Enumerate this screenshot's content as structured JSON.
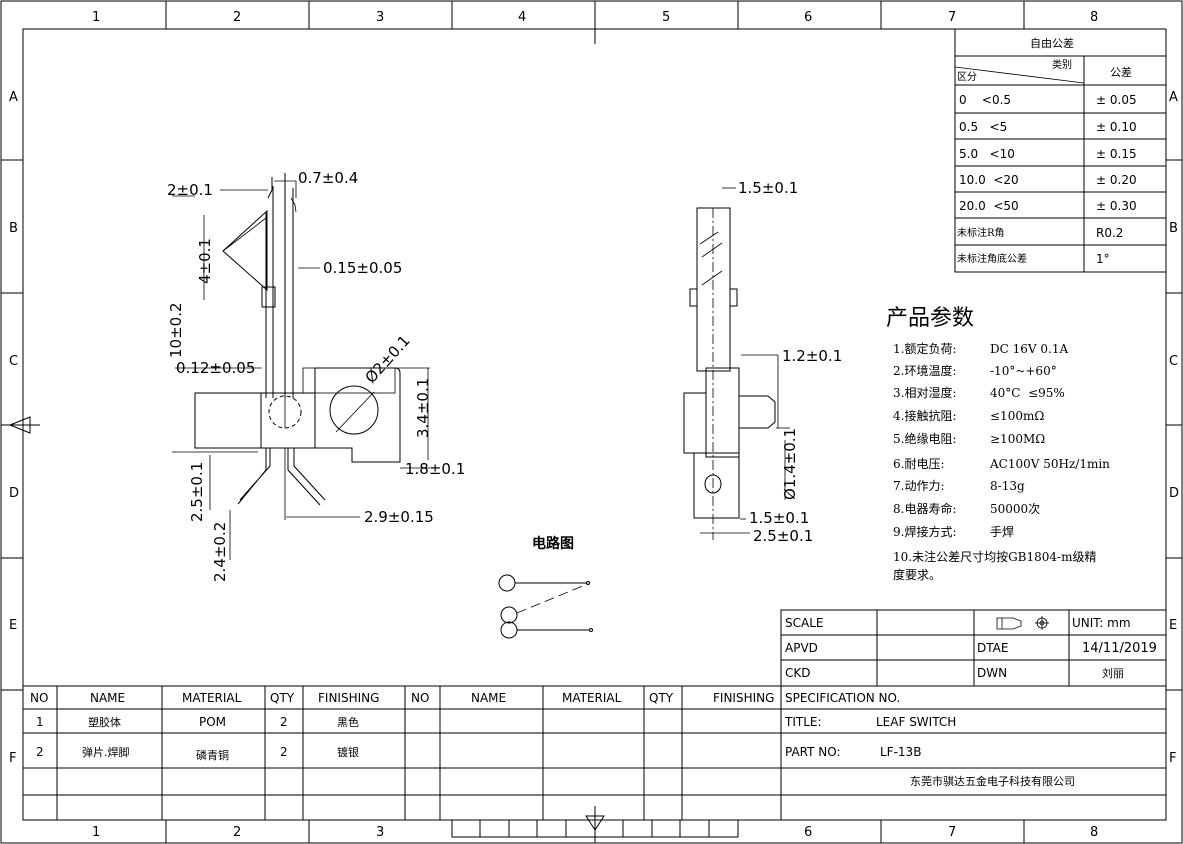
{
  "frame": {
    "col_numbers": [
      "1",
      "2",
      "3",
      "4",
      "5",
      "6",
      "7",
      "8"
    ],
    "row_letters": [
      "A",
      "B",
      "C",
      "D",
      "E",
      "F"
    ]
  },
  "tolerance": {
    "title": "自由公差",
    "header_category": "类别",
    "header_range": "区分",
    "header_tol": "公差",
    "rows": [
      {
        "range": "0    <0.5",
        "tol": "± 0.05"
      },
      {
        "range": "0.5   <5",
        "tol": "± 0.10"
      },
      {
        "range": "5.0   <10",
        "tol": "± 0.15"
      },
      {
        "range": "10.0  <20",
        "tol": "± 0.20"
      },
      {
        "range": "20.0  <50",
        "tol": "± 0.30"
      }
    ],
    "r_label": "未标注R角",
    "r_value": "R0.2",
    "angle_label": "未标注角底公差",
    "angle_value": "1°"
  },
  "dimensions": {
    "d1": "0.7±0.4",
    "d2": "2±0.1",
    "d3": "4±0.1",
    "d4": "0.15±0.05",
    "d5": "10±0.2",
    "d6": "0.12±0.05",
    "d7": "Ø2±0.1",
    "d8": "3.4±0.1",
    "d9": "1.8±0.1",
    "d10": "2.5±0.1",
    "d11": "2.9±0.15",
    "d12": "2.4±0.2",
    "d13": "1.5±0.1",
    "d14": "1.2±0.1",
    "d15": "Ø1.4±0.1",
    "d16": "1.5±0.1",
    "d17": "2.5±0.1"
  },
  "circuit_label": "电路图",
  "params": {
    "title": "产品参数",
    "items": [
      {
        "label": "1.额定负荷:",
        "value": "DC 16V 0.1A"
      },
      {
        "label": "2.环境温度:",
        "value": "-10°~+60°"
      },
      {
        "label": "3.相对湿度:",
        "value": "40°C  ≤95%"
      },
      {
        "label": "4.接触抗阻:",
        "value": "≤100mΩ"
      },
      {
        "label": "5.绝缘电阻:",
        "value": "≥100MΩ"
      },
      {
        "label": "6.耐电压:",
        "value": "AC100V 50Hz/1min"
      },
      {
        "label": "7.动作力:",
        "value": "8-13g"
      },
      {
        "label": "8.电器寿命:",
        "value": "50000次"
      },
      {
        "label": "9.焊接方式:",
        "value": "手焊"
      }
    ],
    "note_line1": "10.未注公差尺寸均按GB1804-m级精",
    "note_line2": "度要求。"
  },
  "title_block": {
    "scale_label": "SCALE",
    "unit_label": "UNIT: mm",
    "apvd_label": "APVD",
    "dtae_label": "DTAE",
    "date": "14/11/2019",
    "ckd_label": "CKD",
    "dwn_label": "DWN",
    "dwn_name": "刘丽",
    "spec_label": "SPECIFICATION NO.",
    "title_label": "TITLE:",
    "title_value": "LEAF SWITCH",
    "part_label": "PART NO:",
    "part_value": "LF-13B",
    "company": "东莞市骐达五金电子科技有限公司"
  },
  "bom": {
    "headers": [
      "NO",
      "NAME",
      "MATERIAL",
      "QTY",
      "FINISHING",
      "NO",
      "NAME",
      "MATERIAL",
      "QTY",
      "FINISHING"
    ],
    "rows": [
      {
        "no": "1",
        "name": "塑胶体",
        "material": "POM",
        "qty": "2",
        "finishing": "黑色"
      },
      {
        "no": "2",
        "name": "弹片.焊脚",
        "material": "磷青铜",
        "qty": "2",
        "finishing": "镀银"
      }
    ]
  }
}
